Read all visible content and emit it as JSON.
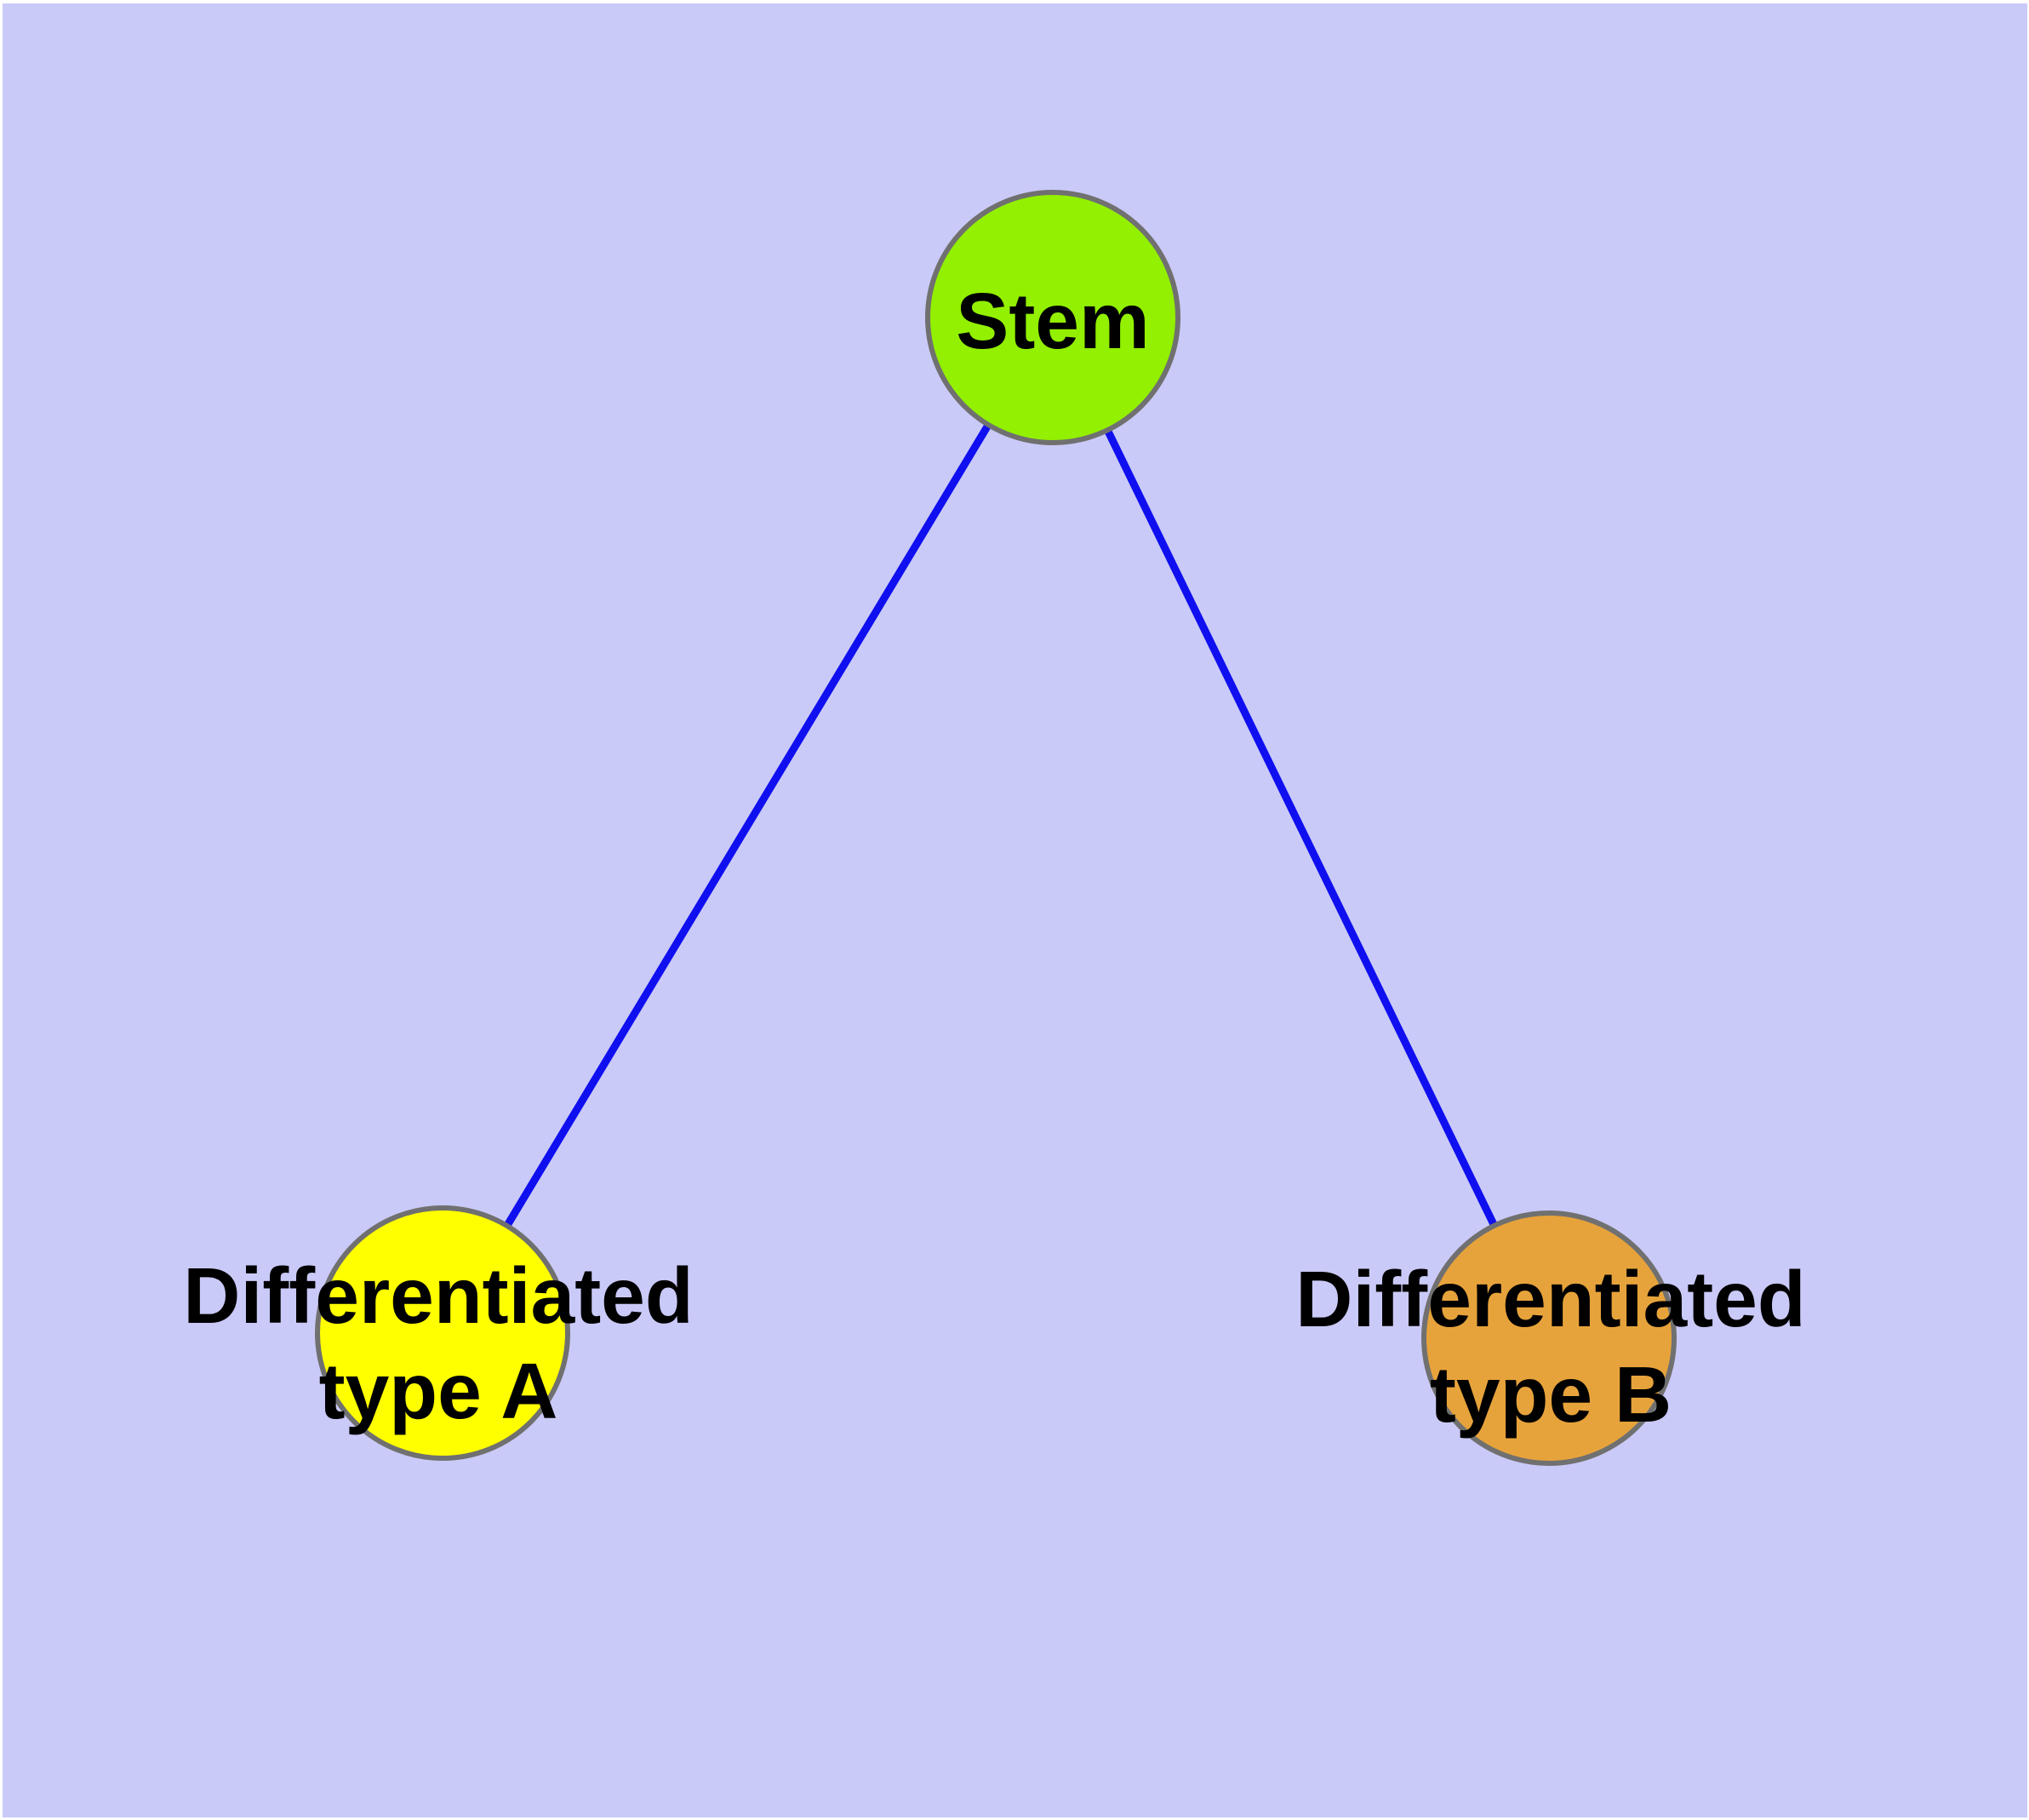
{
  "diagram": {
    "type": "graph",
    "background_color": "#CACAF8",
    "frame_color": "#FFFFFF",
    "edge_color": "#0F0FF0",
    "node_border_color": "#707070",
    "label_color": "#000000",
    "nodes": {
      "stem": {
        "label": "Stem",
        "fill": "#92F000"
      },
      "differentiated_type_a": {
        "label_line1": "Differentiated",
        "label_line2": "type A",
        "fill": "#FFFF00"
      },
      "differentiated_type_b": {
        "label_line1": "Differentiated",
        "label_line2": "type B",
        "fill": "#E7A33B"
      }
    },
    "edges": [
      {
        "from": "Stem",
        "to": "Differentiated type A"
      },
      {
        "from": "Stem",
        "to": "Differentiated type B"
      }
    ]
  }
}
